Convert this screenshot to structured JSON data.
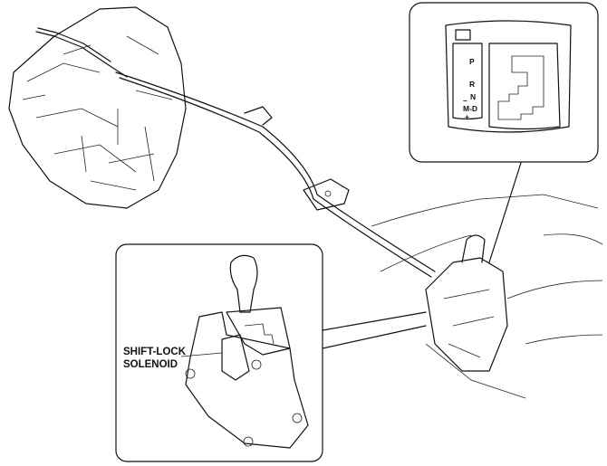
{
  "labels": {
    "shift_lock_line1": "SHIFT-LOCK",
    "shift_lock_line2": "SOLENOID"
  },
  "gate_indicator": {
    "p": "P",
    "r": "R",
    "n": "N",
    "minus": "–",
    "md": "M-D",
    "plus": "+"
  }
}
